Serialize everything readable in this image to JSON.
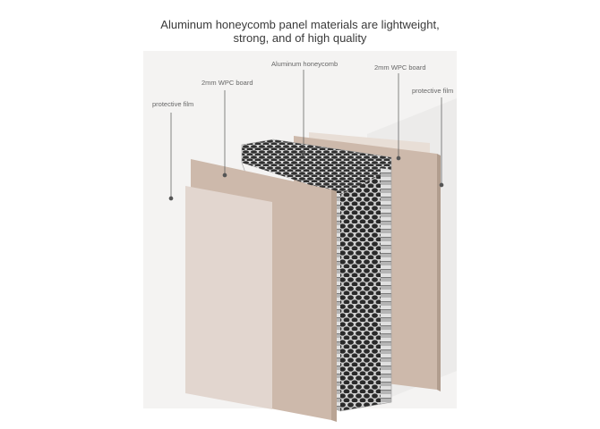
{
  "headline": {
    "line1": "Aluminum honeycomb panel materials are lightweight,",
    "line2": "strong, and of high quality"
  },
  "callouts": [
    {
      "id": "protective-film-left",
      "text": "protective film"
    },
    {
      "id": "wpc-board-left",
      "text": "2mm WPC board"
    },
    {
      "id": "aluminum-honeycomb",
      "text": "Aluminum honeycomb"
    },
    {
      "id": "wpc-board-right",
      "text": "2mm WPC board"
    },
    {
      "id": "protective-film-right",
      "text": "protective film"
    }
  ],
  "colors": {
    "background_panel": "#f4f3f2",
    "protective_film": "#e2d6cf",
    "wpc_board_face": "#cdb9ab",
    "wpc_board_edge": "#b9a494",
    "honeycomb_dark": "#2b2b2b",
    "honeycomb_light": "#c8c8c8",
    "leader_line": "#555555"
  }
}
